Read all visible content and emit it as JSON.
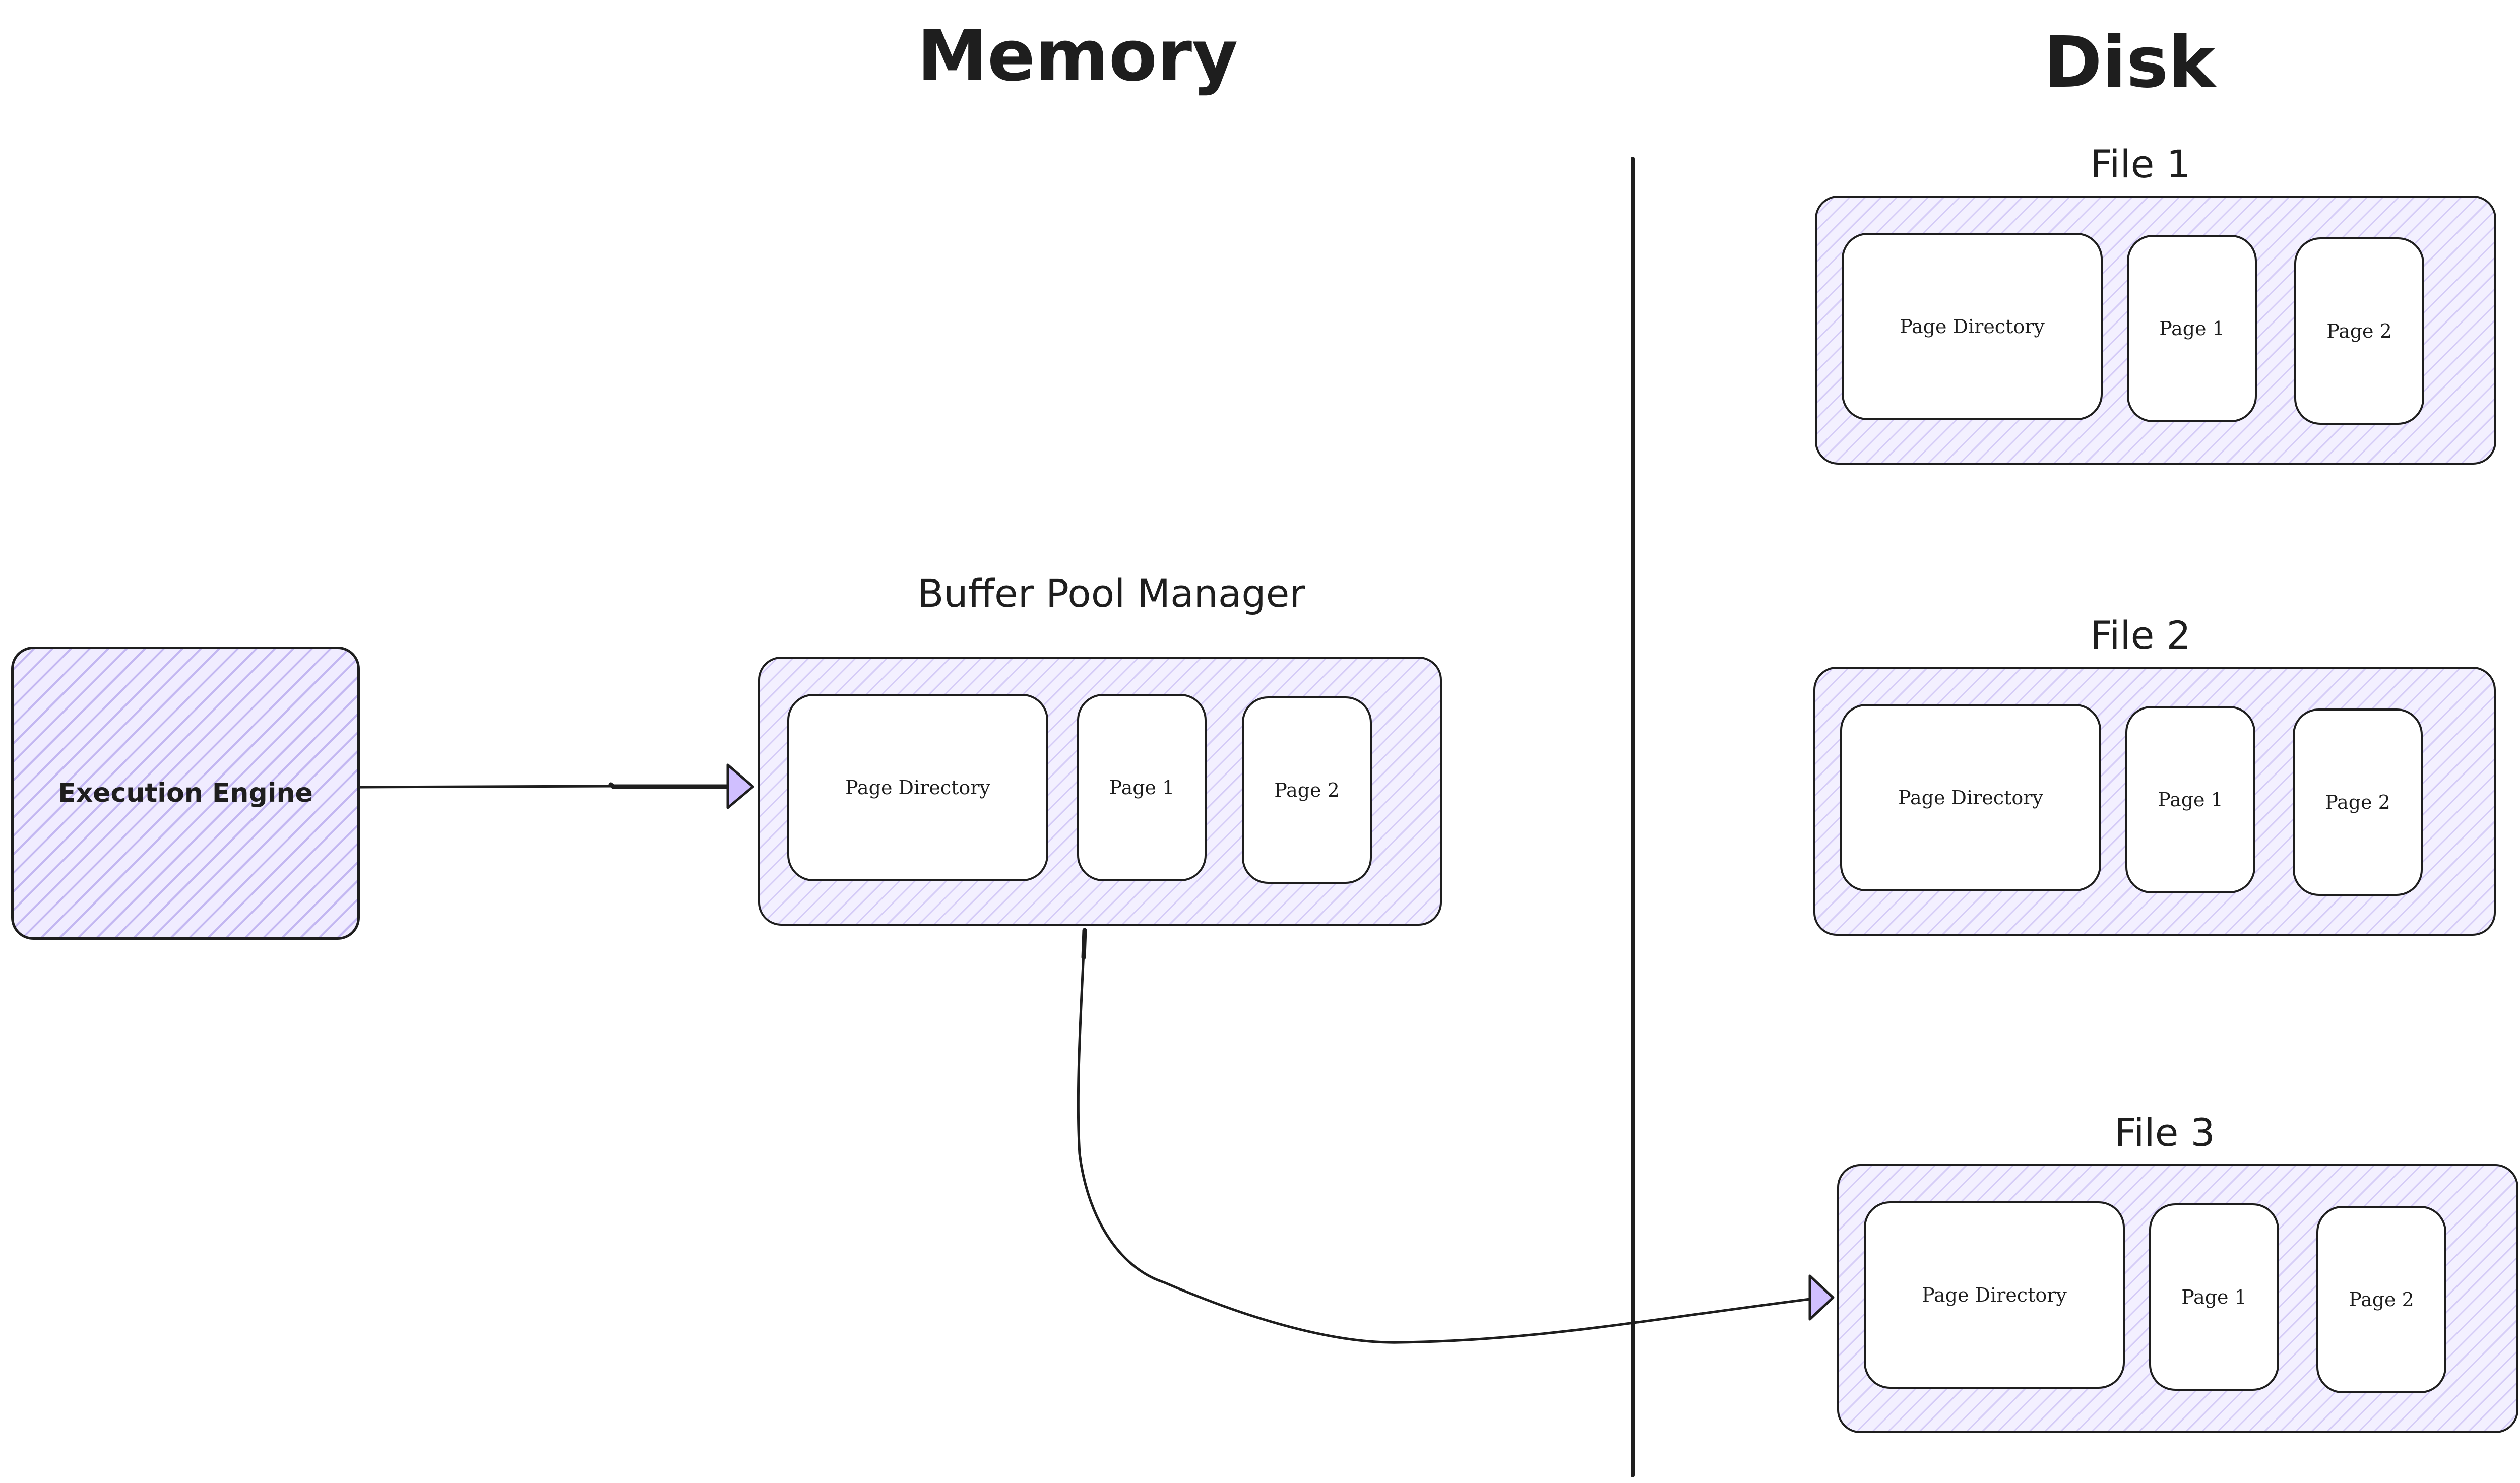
{
  "headings": {
    "memory": "Memory",
    "disk": "Disk",
    "buffer_pool_manager": "Buffer Pool Manager"
  },
  "execution_engine": {
    "label": "Execution Engine"
  },
  "buffer_pool": {
    "page_directory": "Page Directory",
    "page_1": "Page 1",
    "page_2": "Page 2"
  },
  "files": [
    {
      "title": "File 1",
      "page_directory": "Page Directory",
      "page_1": "Page 1",
      "page_2": "Page 2"
    },
    {
      "title": "File 2",
      "page_directory": "Page Directory",
      "page_1": "Page 1",
      "page_2": "Page 2"
    },
    {
      "title": "File 3",
      "page_directory": "Page Directory",
      "page_1": "Page 1",
      "page_2": "Page 2"
    }
  ],
  "colors": {
    "stroke": "#1e1e1e",
    "panel_fill": "#f3f0ff",
    "hatch": "#9782e6",
    "arrowhead": "#d0bfff",
    "cell_fill": "#ffffff"
  }
}
